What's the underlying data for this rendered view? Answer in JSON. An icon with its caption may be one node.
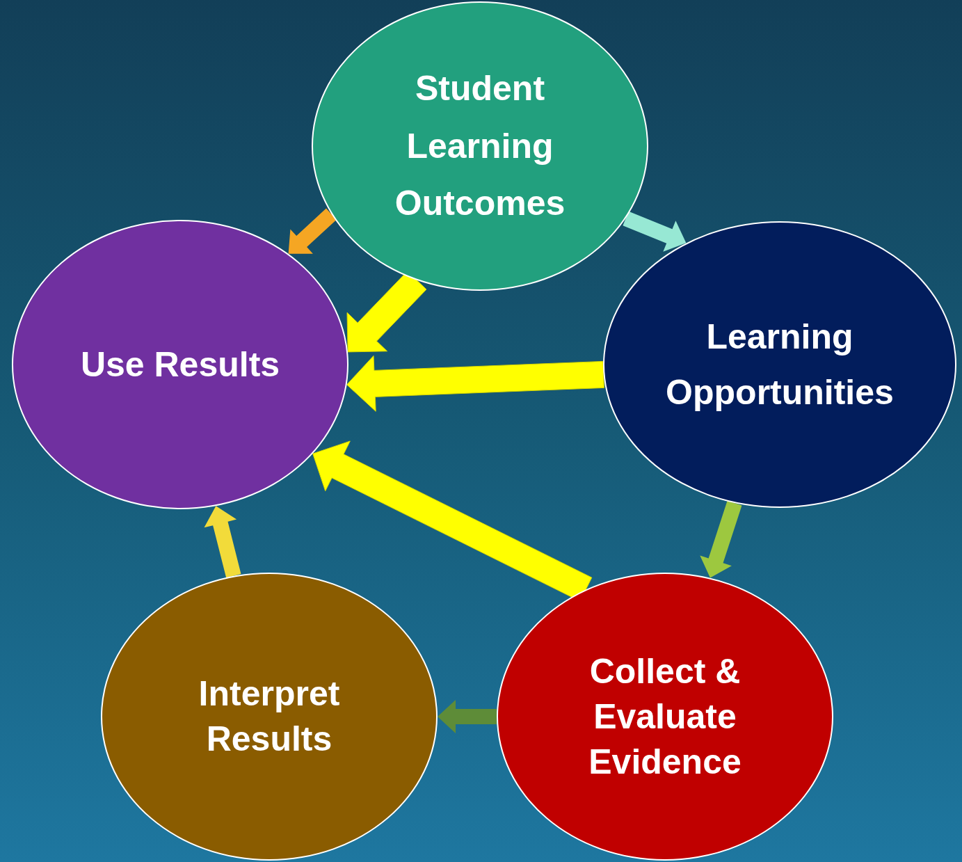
{
  "diagram": {
    "nodes": [
      {
        "text": [
          "Student Learning Outcomes"
        ]
      },
      {
        "text": [
          "Learning Opportunities"
        ]
      },
      {
        "text": [
          "Collect & Evaluate Evidence"
        ]
      },
      {
        "text": [
          "Interpret Results"
        ]
      },
      {
        "text": [
          "Use Results"
        ]
      }
    ],
    "edges": [
      {
        "from": 0,
        "to": 1,
        "arrow": "to",
        "color": "#97e8d4"
      },
      {
        "from": 1,
        "to": 2,
        "arrow": "to",
        "color": "#9dc83f"
      },
      {
        "from": 2,
        "to": 3,
        "arrow": "to",
        "color": "#5e8c38"
      },
      {
        "from": 3,
        "to": 4,
        "arrow": "to",
        "color": "#f2db3a"
      },
      {
        "from": 0,
        "to": 4,
        "arrow": "to",
        "color": "#f5a623"
      },
      {
        "from": 0,
        "to": 4,
        "arrow": "to",
        "style": "thick",
        "color": "#ffff00"
      },
      {
        "from": 1,
        "to": 4,
        "arrow": "to",
        "style": "thick",
        "color": "#ffff00"
      },
      {
        "from": 2,
        "to": 4,
        "arrow": "to",
        "style": "thick",
        "color": "#ffff00"
      }
    ]
  }
}
